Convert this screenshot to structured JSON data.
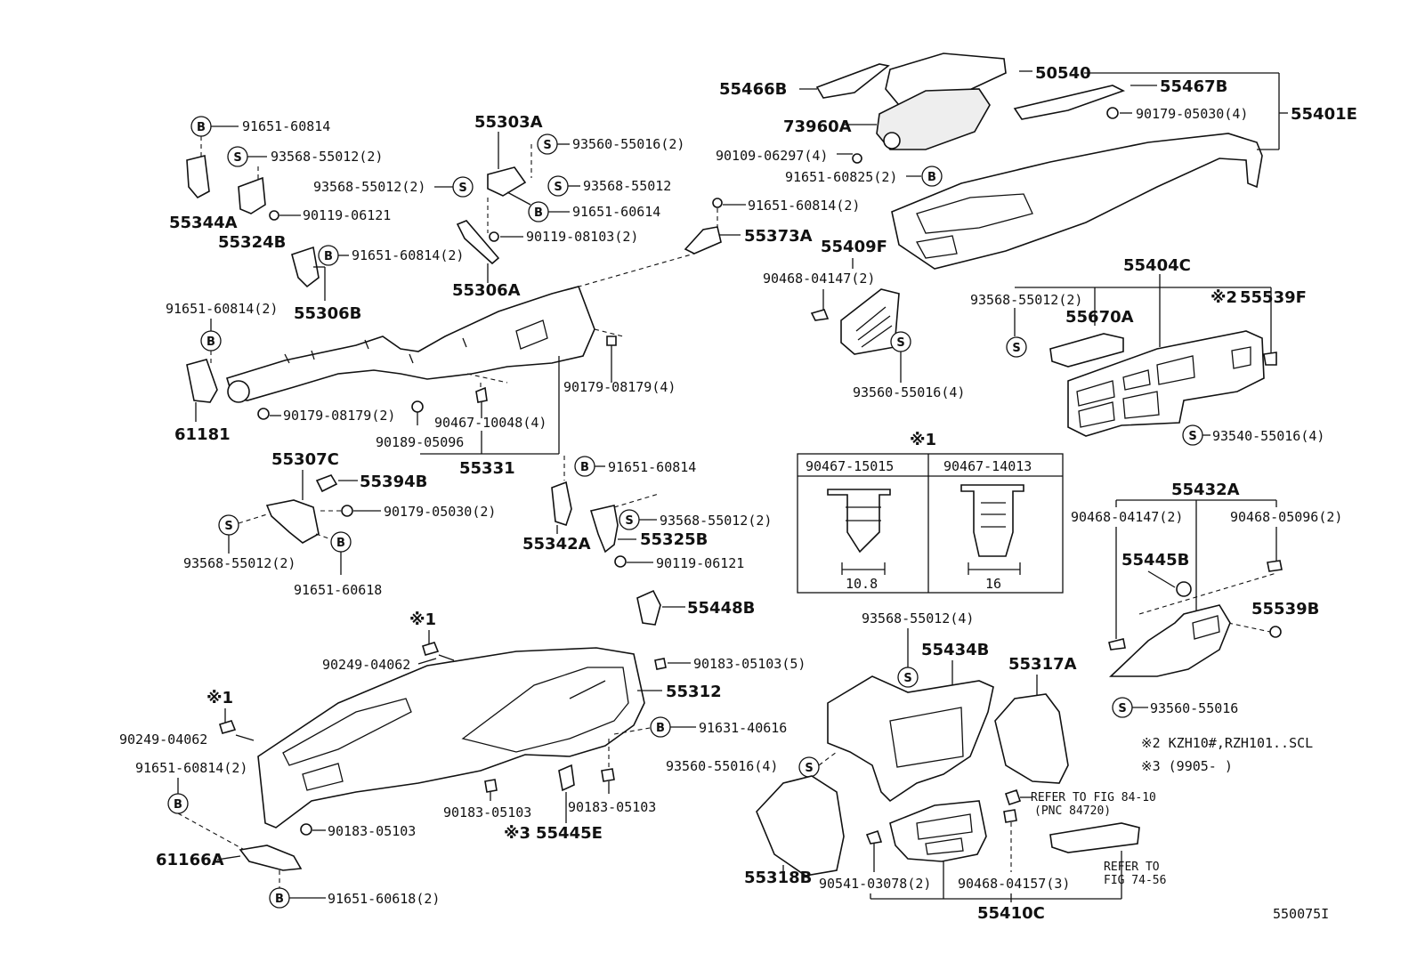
{
  "parts": {
    "p50540": "50540",
    "p55466B": "55466B",
    "p55467B": "55467B",
    "p55401E": "55401E",
    "p73960A": "73960A",
    "p90179_05030_4": "90179-05030(4)",
    "p90109_06297_4": "90109-06297(4)",
    "p91651_60825_2": "91651-60825(2)",
    "p91651_60814": "91651-60814",
    "p93568_55012_2a": "93568-55012(2)",
    "p55303A": "55303A",
    "p93560_55016_2": "93560-55016(2)",
    "p93568_55012_2b": "93568-55012(2)",
    "p93568_55012": "93568-55012",
    "p91651_60614": "91651-60614",
    "p55344A": "55344A",
    "p90119_06121a": "90119-06121",
    "p55324B": "55324B",
    "p90119_08103_2": "90119-08103(2)",
    "p91651_60814_2a": "91651-60814(2)",
    "p55373A": "55373A",
    "p91651_60814_2b": "91651-60814(2)",
    "p55306B": "55306B",
    "p55306A": "55306A",
    "p55409F": "55409F",
    "p90468_04147_2a": "90468-04147(2)",
    "p91651_60814_2c": "91651-60814(2)",
    "p55404C": "55404C",
    "p93568_55012_2c": "93568-55012(2)",
    "p55539F": "55539F",
    "p55670A": "55670A",
    "p90179_08179_4": "90179-08179(4)",
    "p90179_08179_2": "90179-08179(2)",
    "p90467_10048_4": "90467-10048(4)",
    "p90189_05096": "90189-05096",
    "p61181": "61181",
    "p55331": "55331",
    "p93560_55016_4a": "93560-55016(4)",
    "p93540_55016_4": "93540-55016(4)",
    "p55307C": "55307C",
    "p55394B": "55394B",
    "p90179_05030_2": "90179-05030(2)",
    "p93568_55012_2d": "93568-55012(2)",
    "p91651_60618": "91651-60618",
    "p91651_60814b": "91651-60814",
    "p93568_55012_2e": "93568-55012(2)",
    "p55325B": "55325B",
    "p55342A": "55342A",
    "p90119_06121b": "90119-06121",
    "p90467_15015": "90467-15015",
    "p90467_14013": "90467-14013",
    "dim_10_8": "10.8",
    "dim_16": "16",
    "p55432A": "55432A",
    "p90468_04147_2b": "90468-04147(2)",
    "p90468_05096_2": "90468-05096(2)",
    "p55445B": "55445B",
    "p55539B": "55539B",
    "p93560_55016": "93560-55016",
    "p55448B": "55448B",
    "p90249_04062a": "90249-04062",
    "p90183_05103_5": "90183-05103(5)",
    "p55312": "55312",
    "p91631_40616": "91631-40616",
    "p90249_04062b": "90249-04062",
    "p91651_60814_2d": "91651-60814(2)",
    "p93568_55012_4": "93568-55012(4)",
    "p55434B": "55434B",
    "p55317A": "55317A",
    "p93560_55016_4b": "93560-55016(4)",
    "p90183_05103a": "90183-05103",
    "p90183_05103b": "90183-05103",
    "p90183_05103c": "90183-05103",
    "p55445E": "55445E",
    "p61166A": "61166A",
    "p91651_60618_2": "91651-60618(2)",
    "p55318B": "55318B",
    "p90541_03078_2": "90541-03078(2)",
    "p90468_04157_3": "90468-04157(3)",
    "p55410C": "55410C"
  },
  "refs": {
    "fig84_line1": "REFER TO FIG 84-10",
    "fig84_line2": "(PNC 84720)",
    "fig74_line1": "REFER TO",
    "fig74_line2": "FIG 74-56"
  },
  "marks": {
    "star1": "※1",
    "star1_table": "※1",
    "star1_a": "※1",
    "star1_b": "※1",
    "star2_55539F": "※2",
    "star3_55445E": "※3"
  },
  "notes": {
    "note2": "※2 KZH10#,RZH101..SCL",
    "note3": "※3 (9905-        )"
  },
  "symbols": {
    "b": "B",
    "s": "S"
  },
  "diagram_id": "550075I"
}
